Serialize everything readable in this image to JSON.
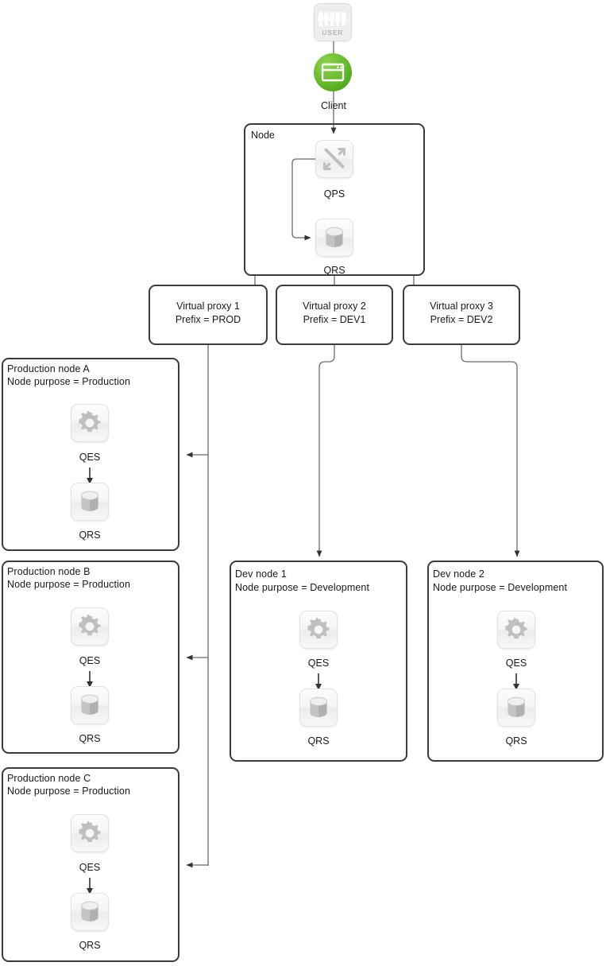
{
  "diagram": {
    "title_nodes": {
      "node": "Node",
      "client": "Client"
    },
    "top": {
      "user_icon_label": "USER",
      "client_label": "Client"
    },
    "central_node": {
      "label": "Node",
      "services": [
        {
          "name": "QPS",
          "icon": "proxy-icon"
        },
        {
          "name": "QRS",
          "icon": "database-icon"
        }
      ]
    },
    "virtual_proxies": [
      {
        "name": "Virtual proxy 1",
        "prefix": "Prefix = PROD"
      },
      {
        "name": "Virtual proxy 2",
        "prefix": "Prefix = DEV1"
      },
      {
        "name": "Virtual proxy 3",
        "prefix": "Prefix = DEV2"
      }
    ],
    "production_nodes": [
      {
        "title": "Production node A",
        "purpose": "Node purpose = Production",
        "services": [
          {
            "name": "QES",
            "icon": "gear-icon"
          },
          {
            "name": "QRS",
            "icon": "database-icon"
          }
        ]
      },
      {
        "title": "Production node B",
        "purpose": "Node purpose = Production",
        "services": [
          {
            "name": "QES",
            "icon": "gear-icon"
          },
          {
            "name": "QRS",
            "icon": "database-icon"
          }
        ]
      },
      {
        "title": "Production node C",
        "purpose": "Node purpose = Production",
        "services": [
          {
            "name": "QES",
            "icon": "gear-icon"
          },
          {
            "name": "QRS",
            "icon": "database-icon"
          }
        ]
      }
    ],
    "dev_nodes": [
      {
        "title": "Dev node 1",
        "purpose": "Node purpose = Development",
        "services": [
          {
            "name": "QES",
            "icon": "gear-icon"
          },
          {
            "name": "QRS",
            "icon": "database-icon"
          }
        ]
      },
      {
        "title": "Dev node 2",
        "purpose": "Node purpose = Development",
        "services": [
          {
            "name": "QES",
            "icon": "gear-icon"
          },
          {
            "name": "QRS",
            "icon": "database-icon"
          }
        ]
      }
    ],
    "colors": {
      "client_green": "#5cb425",
      "box_border": "#3b3b3b",
      "connector": "#5a5a5a",
      "text": "#1a1a1a",
      "icon_grey": "#bdbdbd"
    }
  }
}
